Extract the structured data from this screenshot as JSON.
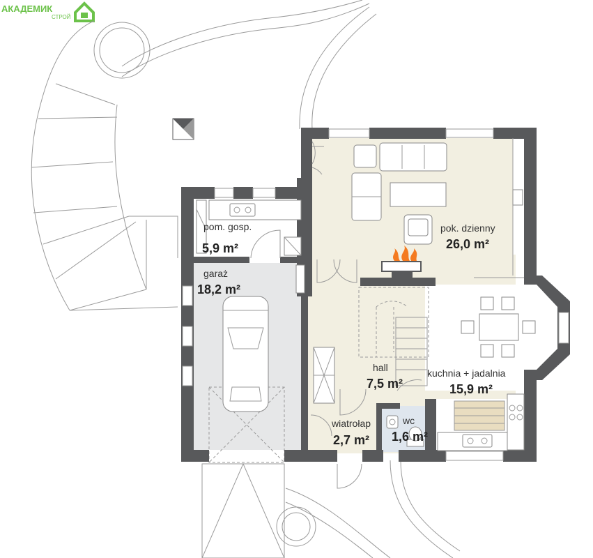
{
  "logo": {
    "name": "АКАДЕМИК",
    "sub": "СТРОЙ",
    "color": "#6cc24a"
  },
  "colors": {
    "wall": "#58595b",
    "living_floor": "#f2efe1",
    "garage_floor": "#e6e7e8",
    "wc_floor": "#dfe6ee",
    "stair_tread": "#e9ddc0"
  },
  "rooms": [
    {
      "id": "pom-gosp",
      "name": "pom. gosp.",
      "area": "5,9 m²"
    },
    {
      "id": "garaz",
      "name": "garaż",
      "area": "18,2 m²"
    },
    {
      "id": "pok-dzienny",
      "name": "pok. dzienny",
      "area": "26,0 m²"
    },
    {
      "id": "hall",
      "name": "hall",
      "area": "7,5 m²"
    },
    {
      "id": "kuchnia",
      "name": "kuchnia + jadalnia",
      "area": "15,9 m²"
    },
    {
      "id": "wiatrolap",
      "name": "wiatrołap",
      "area": "2,7 m²"
    },
    {
      "id": "wc",
      "name": "wc",
      "area": "1,6 m²"
    }
  ],
  "icons": [
    "house-logo-icon",
    "fireplace-icon",
    "car-icon",
    "sofa-icon",
    "armchair-icon",
    "dining-table-icon",
    "sink-icon",
    "stove-icon"
  ]
}
